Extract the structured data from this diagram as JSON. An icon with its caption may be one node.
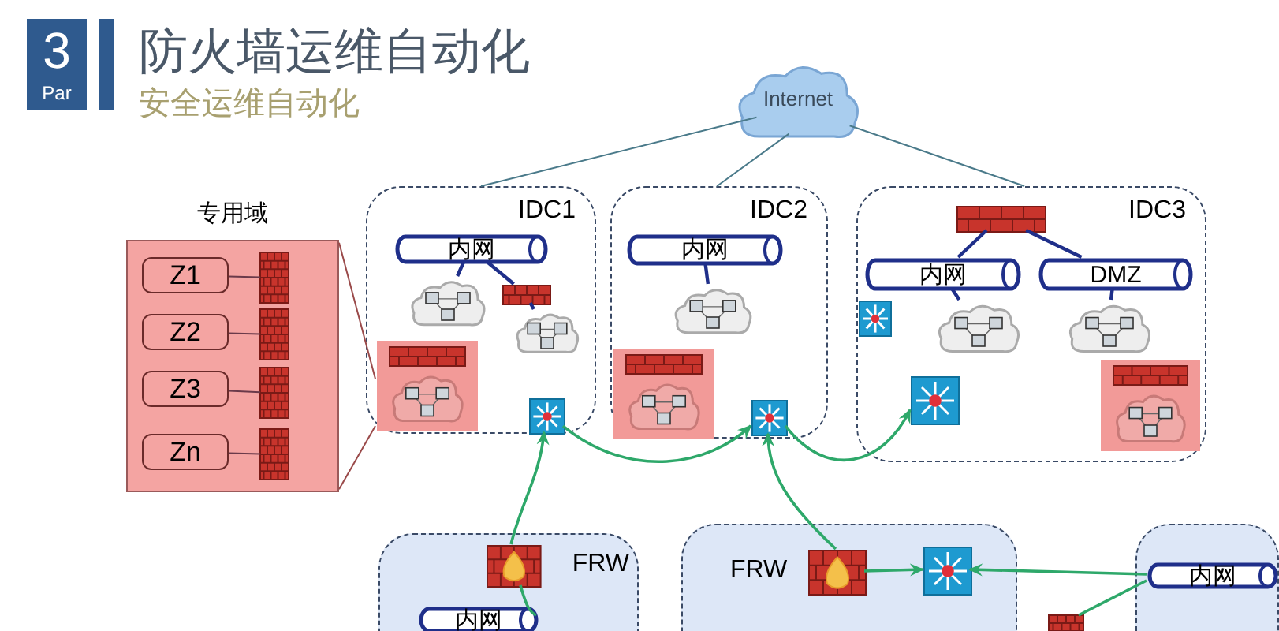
{
  "diagram": {
    "title": "防火墙运维自动化",
    "nodes": [
      {
        "text": [
          "Internet"
        ]
      },
      {
        "text": [
          "IDC1"
        ]
      },
      {
        "text": [
          "内网"
        ],
        "in": 1
      },
      {
        "text": [],
        "shape": "cloud",
        "in": 1
      },
      {
        "text": [],
        "shape": "picture",
        "in": 1
      },
      {
        "text": [],
        "shape": "cloud",
        "in": 1
      },
      {
        "text": [],
        "shape": "box",
        "in": 1
      },
      {
        "text": [],
        "shape": "picture",
        "in": 1
      },
      {
        "text": [
          "IDC2"
        ]
      },
      {
        "text": [
          "内网"
        ],
        "in": 8
      },
      {
        "text": [],
        "shape": "cloud",
        "in": 8
      },
      {
        "text": [],
        "shape": "box",
        "in": 8
      },
      {
        "text": [],
        "shape": "picture",
        "in": 8
      },
      {
        "text": [
          "IDC3"
        ]
      },
      {
        "text": [],
        "shape": "picture",
        "in": 13
      },
      {
        "text": [
          "内网"
        ],
        "in": 13
      },
      {
        "text": [
          "DMZ"
        ],
        "in": 13
      },
      {
        "text": [],
        "shape": "picture",
        "in": 13
      },
      {
        "text": [],
        "shape": "cloud",
        "in": 13
      },
      {
        "text": [],
        "shape": "cloud",
        "in": 13
      },
      {
        "text": [],
        "shape": "picture",
        "in": 13
      },
      {
        "text": [],
        "shape": "box",
        "in": 13
      },
      {
        "text": [
          "专用域"
        ]
      },
      {
        "text": [
          "Z1"
        ],
        "in": 22
      },
      {
        "text": [
          "Z2"
        ],
        "in": 22
      },
      {
        "text": [
          "Z3"
        ],
        "in": 22
      },
      {
        "text": [
          "Zn"
        ],
        "in": 22
      },
      {
        "text": [],
        "shape": "picture",
        "in": 22
      },
      {
        "text": [],
        "shape": "picture",
        "in": 22
      },
      {
        "text": [],
        "shape": "picture",
        "in": 22
      },
      {
        "text": [],
        "shape": "picture",
        "in": 22
      },
      {
        "text": [],
        "shape": "box"
      },
      {
        "text": [],
        "shape": "picture",
        "beside": [
          "FRW"
        ],
        "in": 31
      },
      {
        "text": [
          "内网"
        ],
        "in": 31
      },
      {
        "text": [],
        "shape": "box"
      },
      {
        "text": [],
        "shape": "picture",
        "beside": [
          "FRW"
        ],
        "in": 34
      },
      {
        "text": [],
        "shape": "picture",
        "in": 34
      },
      {
        "text": [],
        "shape": "picture"
      },
      {
        "text": [],
        "shape": "box"
      },
      {
        "text": [
          "内网"
        ],
        "in": 38
      }
    ],
    "edges": [
      {
        "from": 0,
        "to": 1,
        "arrow": "none",
        "color": "#4a7a8a"
      },
      {
        "from": 0,
        "to": 8,
        "arrow": "none",
        "color": "#4a7a8a"
      },
      {
        "from": 0,
        "to": 13,
        "arrow": "none",
        "color": "#4a7a8a"
      },
      {
        "from": 2,
        "to": 3,
        "arrow": "none"
      },
      {
        "from": 2,
        "to": 4,
        "arrow": "none"
      },
      {
        "from": 4,
        "to": 5,
        "arrow": "none"
      },
      {
        "from": 9,
        "to": 10,
        "arrow": "none"
      },
      {
        "from": 14,
        "to": 15,
        "arrow": "none"
      },
      {
        "from": 14,
        "to": 16,
        "arrow": "none"
      },
      {
        "from": 15,
        "to": 18,
        "arrow": "none"
      },
      {
        "from": 16,
        "to": 19,
        "arrow": "none"
      },
      {
        "from": 23,
        "to": 27,
        "arrow": "none",
        "color": "#6a3a4a"
      },
      {
        "from": 24,
        "to": 28,
        "arrow": "none",
        "color": "#6a3a4a"
      },
      {
        "from": 25,
        "to": 29,
        "arrow": "none",
        "color": "#6a3a4a"
      },
      {
        "from": 26,
        "to": 30,
        "arrow": "none",
        "color": "#6a3a4a"
      },
      {
        "from": 22,
        "to": 6,
        "arrow": "none",
        "color": "#9a4a4a"
      },
      {
        "from": 22,
        "to": 6,
        "arrow": "none",
        "color": "#9a4a4a"
      },
      {
        "from": 32,
        "to": 7,
        "arrow": "to",
        "color": "#2ea86a"
      },
      {
        "from": 7,
        "to": 12,
        "arrow": "to",
        "color": "#2ea86a"
      },
      {
        "from": 12,
        "to": 20,
        "arrow": "to",
        "color": "#2ea86a"
      },
      {
        "from": 35,
        "to": 12,
        "arrow": "to",
        "color": "#2ea86a"
      },
      {
        "from": 35,
        "to": 36,
        "arrow": "to",
        "color": "#2ea86a"
      },
      {
        "from": 39,
        "to": 36,
        "arrow": "to",
        "color": "#2ea86a"
      },
      {
        "from": 39,
        "to": 37,
        "arrow": "none",
        "color": "#2ea86a"
      },
      {
        "from": 32,
        "to": 33,
        "arrow": "none",
        "color": "#2ea86a"
      }
    ],
    "labels": [
      "3",
      "Par",
      "安全运维自动化"
    ]
  }
}
